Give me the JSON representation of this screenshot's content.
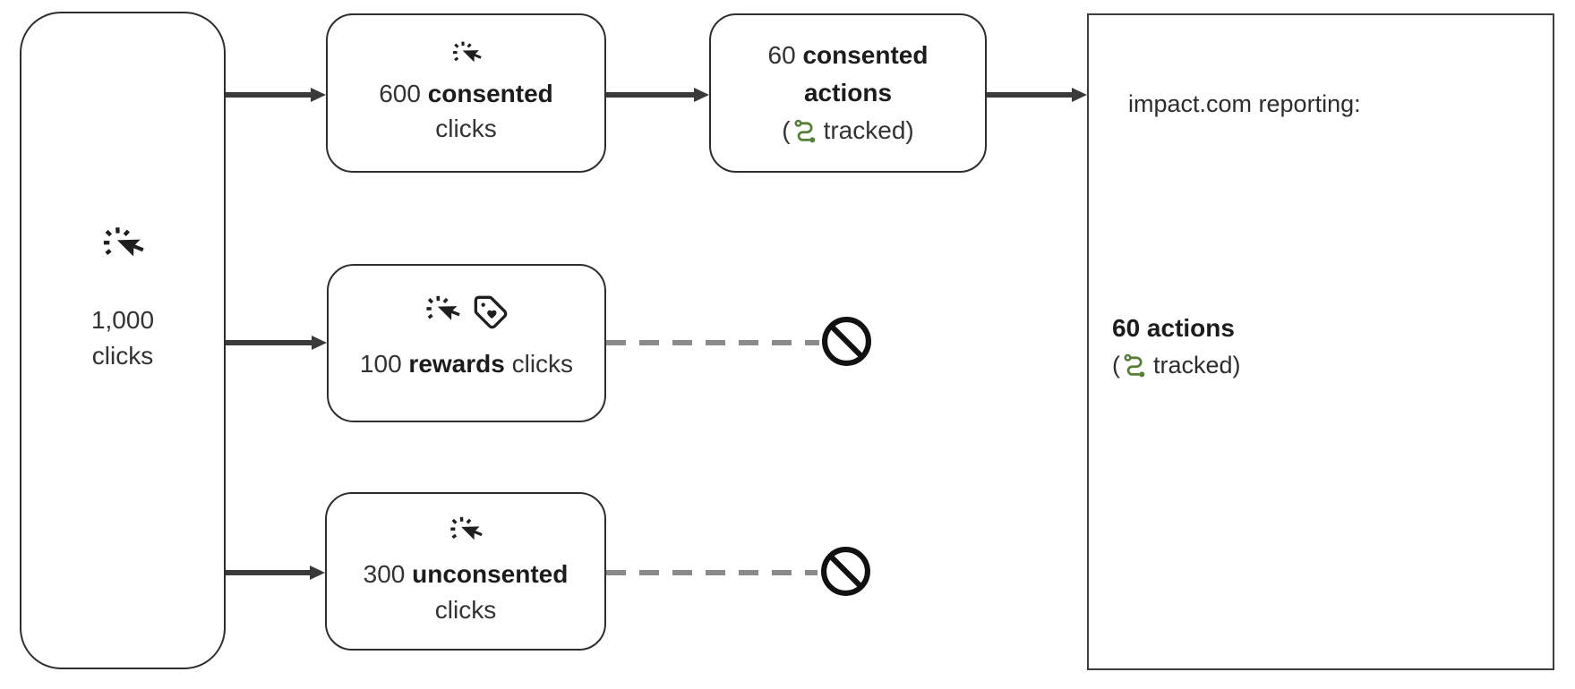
{
  "nodes": {
    "total_clicks": {
      "count": "1,000",
      "label": "clicks"
    },
    "consented_clicks": {
      "count": "600 ",
      "emphasis": "consented",
      "label": "clicks"
    },
    "consented_actions": {
      "count": "60 ",
      "emphasis": "consented",
      "emphasis2": "actions",
      "paren_open": "(",
      "tracked_label": "tracked)"
    },
    "rewards_clicks": {
      "count": "100 ",
      "emphasis": "rewards",
      "label": " clicks"
    },
    "unconsented_clicks": {
      "count": "300 ",
      "emphasis": "unconsented",
      "label": "clicks"
    },
    "reporting": {
      "title": "impact.com reporting:",
      "result": "60 actions",
      "paren_open": "(",
      "tracked_label": "tracked)"
    }
  },
  "icons": {
    "cursor_click": "cursor-click-icon",
    "rewards_tag": "tag-heart-icon",
    "tracked_route": "route-tracked-icon",
    "blocked": "prohibited-icon"
  },
  "colors": {
    "tracked_green": "#577f38",
    "arrow_dark": "#3a3a3a",
    "dashed_gray": "#8a8a8a",
    "box_border": "#2e2e2e",
    "text_dark": "#333333"
  }
}
